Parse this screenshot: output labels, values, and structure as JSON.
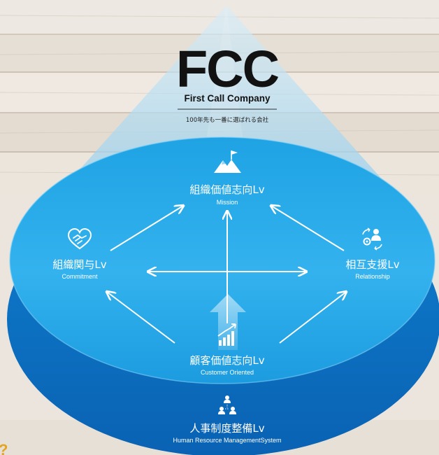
{
  "logo": {
    "name": "FCC",
    "subtitle": "First Call Company",
    "tagline": "100年先も一番に選ばれる会社"
  },
  "nodes": {
    "top": {
      "jp": "組織価値志向Lv",
      "en": "Mission",
      "icon": "mountain-flag-icon"
    },
    "left": {
      "jp": "組織関与Lv",
      "en": "Commitment",
      "icon": "heart-handshake-icon"
    },
    "right": {
      "jp": "相互支援Lv",
      "en": "Relationship",
      "icon": "people-exchange-icon"
    },
    "bottom": {
      "jp": "顧客価値志向Lv",
      "en": "Customer Oriented",
      "icon": "growth-chart-icon"
    },
    "base": {
      "jp": "人事制度整備Lv",
      "en": "Human Resource ManagementSystem",
      "icon": "org-hierarchy-icon"
    }
  },
  "corner_mark": "?",
  "colors": {
    "wood_light": "#ece7df",
    "wood_dark": "#c9bfb2",
    "cone": "#a9d6ee",
    "ellipse_top": "#27a8e6",
    "ellipse_side": "#0b6fc1",
    "arrow": "#ffffff",
    "logo": "#121212"
  }
}
